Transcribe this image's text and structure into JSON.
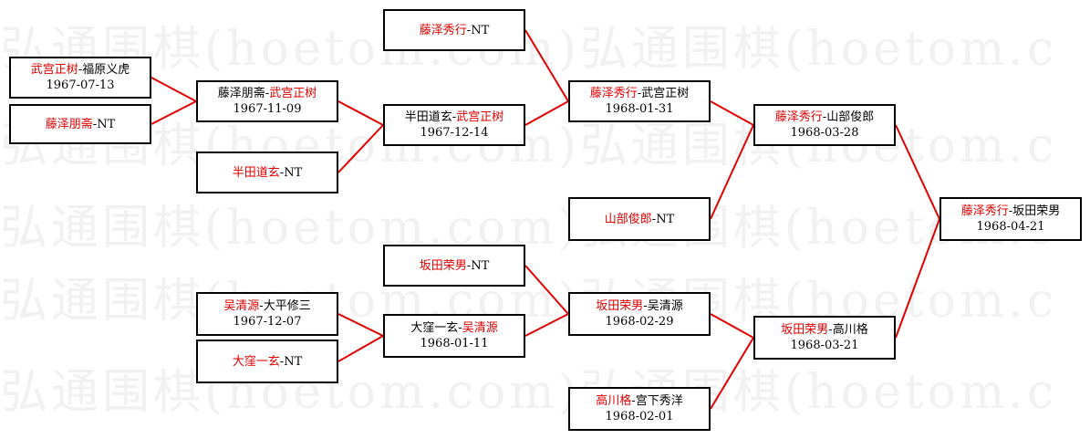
{
  "watermark": "弘通围棋(hoetom.com)弘通围棋(hoetom.c",
  "colors": {
    "winner": "#e10000",
    "line": "#e10000",
    "border": "#000000"
  },
  "games": [
    {
      "id": "r1a",
      "p1": "武宫正树",
      "p2": "福原义虎",
      "winner": 1,
      "date": "1967-07-13"
    },
    {
      "id": "r1b",
      "p1": "藤泽朋斋",
      "p2": "NT",
      "winner": 1,
      "date": ""
    },
    {
      "id": "r2a",
      "p1": "藤泽朋斋",
      "p2": "武宫正树",
      "winner": 2,
      "date": "1967-11-09"
    },
    {
      "id": "r2b",
      "p1": "半田道玄",
      "p2": "NT",
      "winner": 1,
      "date": ""
    },
    {
      "id": "r3a",
      "p1": "半田道玄",
      "p2": "武宫正树",
      "winner": 2,
      "date": "1967-12-14"
    },
    {
      "id": "r3b",
      "p1": "藤泽秀行",
      "p2": "NT",
      "winner": 1,
      "date": ""
    },
    {
      "id": "r4a",
      "p1": "藤泽秀行",
      "p2": "武宫正树",
      "winner": 1,
      "date": "1968-01-31"
    },
    {
      "id": "r4b",
      "p1": "山部俊郎",
      "p2": "NT",
      "winner": 1,
      "date": ""
    },
    {
      "id": "r5a",
      "p1": "藤泽秀行",
      "p2": "山部俊郎",
      "winner": 1,
      "date": "1968-03-28"
    },
    {
      "id": "r1c",
      "p1": "吴清源",
      "p2": "大平修三",
      "winner": 1,
      "date": "1967-12-07"
    },
    {
      "id": "r1d",
      "p1": "大窪一玄",
      "p2": "NT",
      "winner": 1,
      "date": ""
    },
    {
      "id": "r2c",
      "p1": "大窪一玄",
      "p2": "吴清源",
      "winner": 2,
      "date": "1968-01-11"
    },
    {
      "id": "r2d",
      "p1": "坂田荣男",
      "p2": "NT",
      "winner": 1,
      "date": ""
    },
    {
      "id": "r3c",
      "p1": "坂田荣男",
      "p2": "吴清源",
      "winner": 1,
      "date": "1968-02-29"
    },
    {
      "id": "r3d",
      "p1": "高川格",
      "p2": "宫下秀洋",
      "winner": 1,
      "date": "1968-02-01"
    },
    {
      "id": "r4c",
      "p1": "坂田荣男",
      "p2": "高川格",
      "winner": 1,
      "date": "1968-03-21"
    },
    {
      "id": "final",
      "p1": "藤泽秀行",
      "p2": "坂田荣男",
      "winner": 1,
      "date": "1968-04-21"
    }
  ]
}
